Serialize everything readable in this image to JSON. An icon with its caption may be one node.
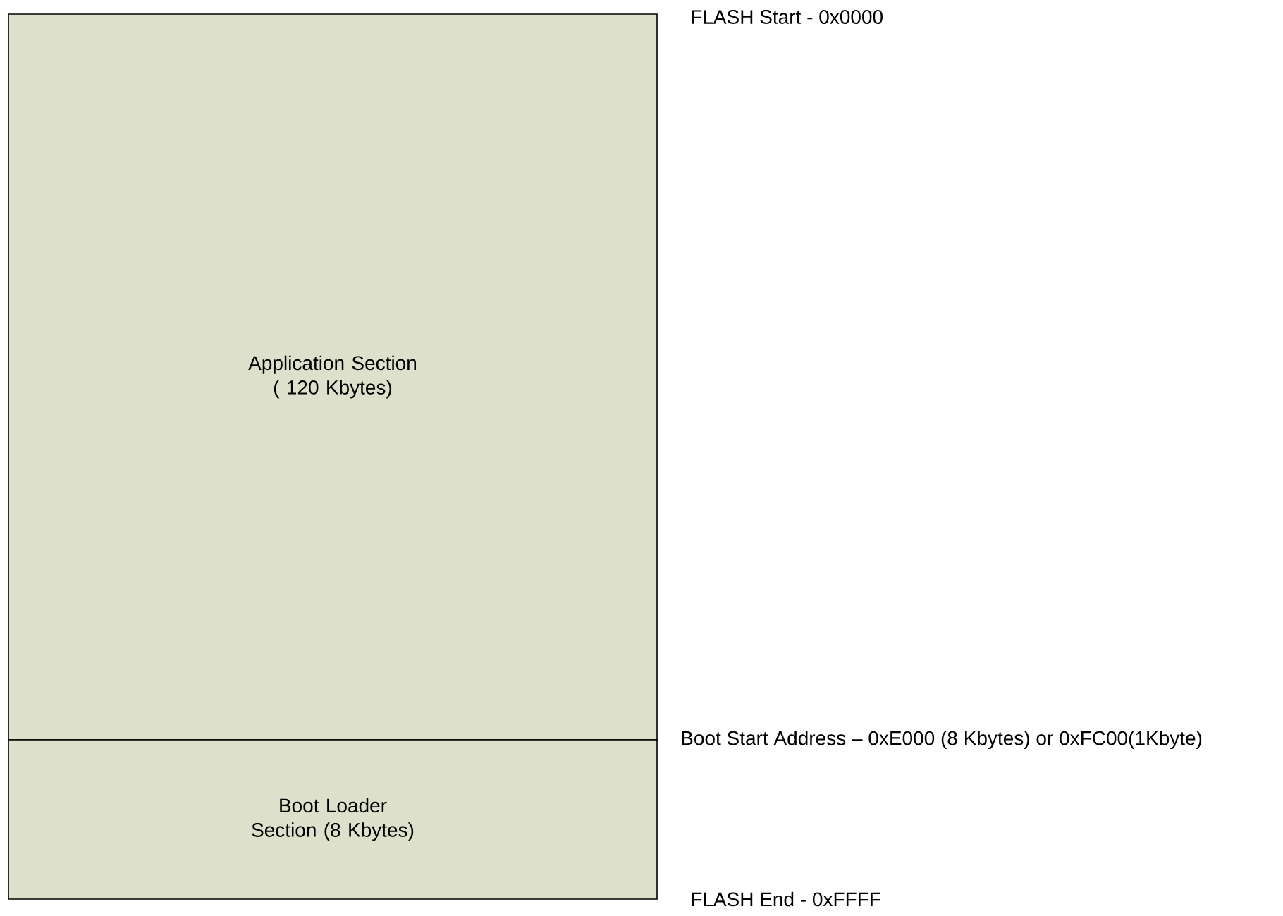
{
  "diagram": {
    "nodes": [
      {
        "text": [
          "Application Section ( 120 Kbytes)"
        ]
      },
      {
        "text": [
          "Boot Loader Section (8 Kbytes)"
        ]
      }
    ],
    "labels": [
      "FLASH Start - 0x0000",
      "Boot Start Address – 0xE000 (8 Kbytes) or 0xFC00(1Kbyte)",
      "FLASH End - 0xFFFF"
    ]
  }
}
